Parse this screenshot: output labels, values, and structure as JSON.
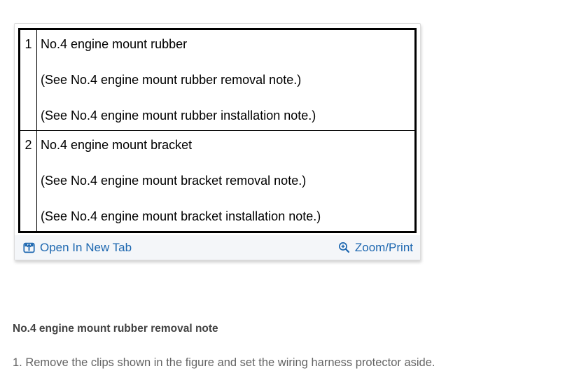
{
  "colors": {
    "link_blue": "#1d67b0",
    "table_border": "#000000",
    "card_border": "#dcdcdc",
    "footer_background": "#f4f6f9",
    "note_heading_text": "#424242",
    "note_body_text": "#646464"
  },
  "table": {
    "rows": [
      {
        "num": "1",
        "lines": [
          "No.4 engine mount rubber",
          "(See No.4 engine mount rubber removal note.)",
          "(See No.4 engine mount rubber installation note.)"
        ]
      },
      {
        "num": "2",
        "lines": [
          "No.4 engine mount bracket",
          "(See No.4 engine mount bracket removal note.)",
          "(See No.4 engine mount bracket installation note.)"
        ]
      }
    ]
  },
  "footer": {
    "open_in_new_tab_label": "Open In New Tab",
    "zoom_print_label": "Zoom/Print",
    "icons": [
      "open-in-new-tab-icon",
      "zoom-magnifier-plus-icon"
    ]
  },
  "note": {
    "heading": "No.4 engine mount rubber removal note",
    "step1": "1. Remove the clips shown in the figure and set the wiring harness protector aside."
  }
}
